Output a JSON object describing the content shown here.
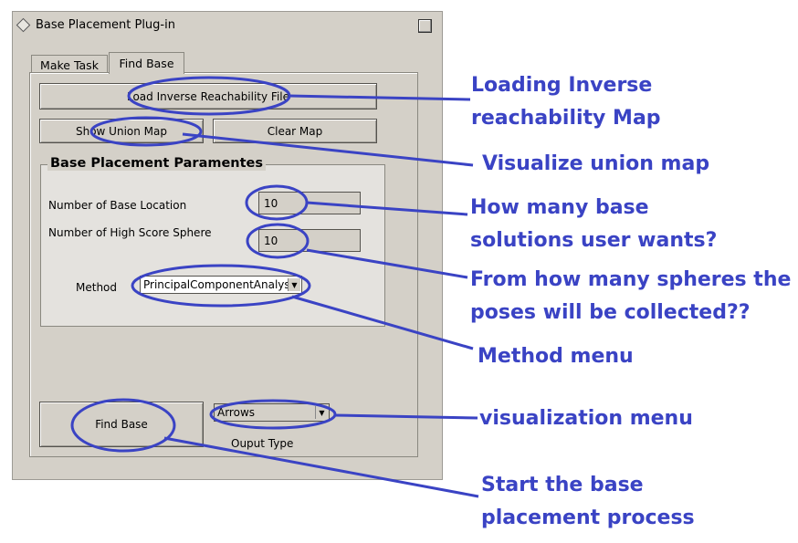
{
  "window": {
    "title": "Base Placement Plug-in"
  },
  "tabs": [
    {
      "label": "Make Task",
      "active": false
    },
    {
      "label": "Find Base",
      "active": true
    }
  ],
  "buttons": {
    "load_irm": "Load Inverse Reachability File",
    "show_union": "Show Union Map",
    "clear_map": "Clear Map",
    "find_base": "Find Base"
  },
  "group": {
    "title": "Base Placement Paramentes",
    "num_base_label": "Number of Base Location",
    "num_base_value": "10",
    "num_sphere_label": "Number of High Score Sphere",
    "num_sphere_value": "10",
    "method_label": "Method",
    "method_value": "PrincipalComponentAnalysis"
  },
  "output": {
    "type_value": "Arrows",
    "type_label": "Ouput Type"
  },
  "annotations": {
    "load": [
      "Loading Inverse",
      "reachability Map"
    ],
    "union": [
      "Visualize union map"
    ],
    "base": [
      "How many base",
      "solutions user wants?"
    ],
    "spheres": [
      "From how many spheres the",
      "poses will be collected??"
    ],
    "method": [
      "Method menu"
    ],
    "vis": [
      "visualization menu"
    ],
    "start": [
      "Start the base",
      "placement process"
    ]
  },
  "colors": {
    "annotation": "#3a43c4",
    "panel": "#d4d0c8"
  }
}
